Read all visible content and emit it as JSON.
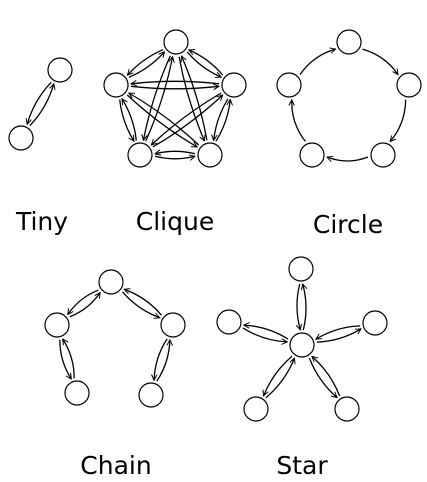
{
  "colors": {
    "stroke": "#000000",
    "node_fill": "#ffffff",
    "background": "#ffffff"
  },
  "graphs": [
    {
      "id": "tiny",
      "label": "Tiny",
      "structure": "pair",
      "node_count": 2,
      "edge_mode": "bidirectional"
    },
    {
      "id": "clique",
      "label": "Clique",
      "structure": "complete",
      "node_count": 5,
      "edge_mode": "bidirectional"
    },
    {
      "id": "circle",
      "label": "Circle",
      "structure": "cycle",
      "node_count": 5,
      "edge_mode": "directed"
    },
    {
      "id": "chain",
      "label": "Chain",
      "structure": "path",
      "node_count": 5,
      "edge_mode": "bidirectional"
    },
    {
      "id": "star",
      "label": "Star",
      "structure": "star",
      "node_count": 6,
      "edge_mode": "bidirectional"
    }
  ]
}
